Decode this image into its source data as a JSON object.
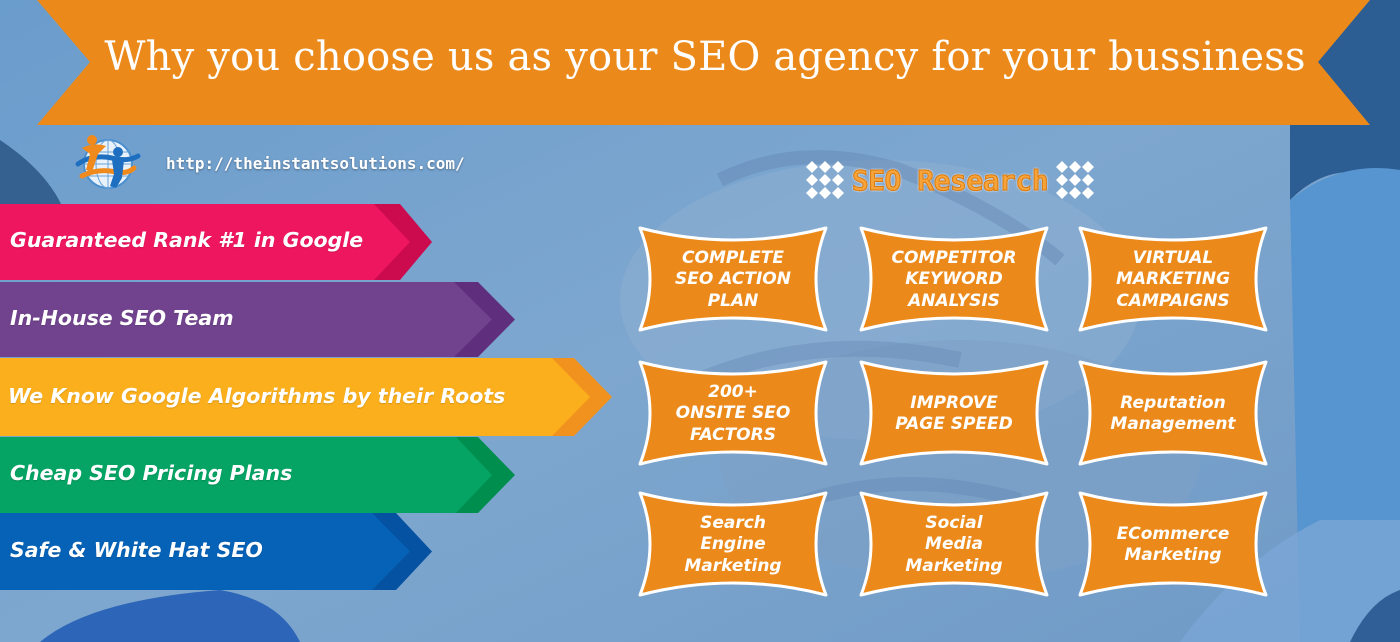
{
  "banner": {
    "title": "Why you choose us as your SEO agency for your bussiness",
    "color": "#EB8A1B"
  },
  "brand": {
    "logo_icon": "globe-people-logo-icon",
    "url": "http://theinstantsolutions.com/"
  },
  "features": {
    "items": [
      {
        "label": "Guaranteed Rank #1 in Google",
        "color": "#EF1660",
        "tip_color": "#CC0A4E"
      },
      {
        "label": "In-House SEO Team",
        "color": "#71438E",
        "tip_color": "#5F2E7C"
      },
      {
        "label": "We Know Google Algorithms by their Roots",
        "color": "#FBAF1C",
        "tip_color": "#F1921F"
      },
      {
        "label": "Cheap SEO Pricing Plans",
        "color": "#05A464",
        "tip_color": "#008E4F"
      },
      {
        "label": "Safe & White Hat SEO",
        "color": "#0562B7",
        "tip_color": "#0552A2"
      }
    ]
  },
  "research": {
    "heading": "SEO Research",
    "decor_icon": "diamond-grid-icon",
    "box_color": "#EB8A1B",
    "services": [
      {
        "label": "COMPLETE\nSEO ACTION\nPLAN"
      },
      {
        "label": "COMPETITOR\nKEYWORD\nANALYSIS"
      },
      {
        "label": "VIRTUAL\nMARKETING\nCAMPAIGNS"
      },
      {
        "label": "200+\nONSITE SEO\nFACTORS"
      },
      {
        "label": "IMPROVE\nPAGE SPEED"
      },
      {
        "label": "Reputation\nManagement"
      },
      {
        "label": "Search\nEngine\nMarketing"
      },
      {
        "label": "Social\nMedia\nMarketing"
      },
      {
        "label": "ECommerce\nMarketing"
      }
    ]
  }
}
